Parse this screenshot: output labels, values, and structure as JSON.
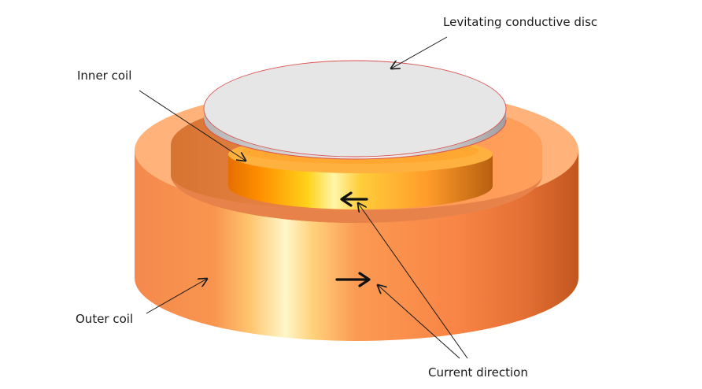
{
  "labels": {
    "disc": "Levitating conductive disc",
    "inner_coil": "Inner coil",
    "outer_coil": "Outer coil",
    "current_direction": "Current direction"
  },
  "colors": {
    "outer_coil_top": "#ffb27a",
    "outer_coil_side": "#f98a44",
    "outer_coil_highlight": "#fff4c0",
    "inner_coil": "#ff9d1f",
    "inner_coil_top": "#ffb140",
    "disc_face": "#e6e6e6",
    "disc_rim": "#bfbfbf",
    "disc_edge": "#d9534f",
    "leader_line": "#1a1a1a"
  },
  "icons": {
    "current_arrow_inner": "arrow-left-icon",
    "current_arrow_outer": "arrow-right-icon"
  }
}
